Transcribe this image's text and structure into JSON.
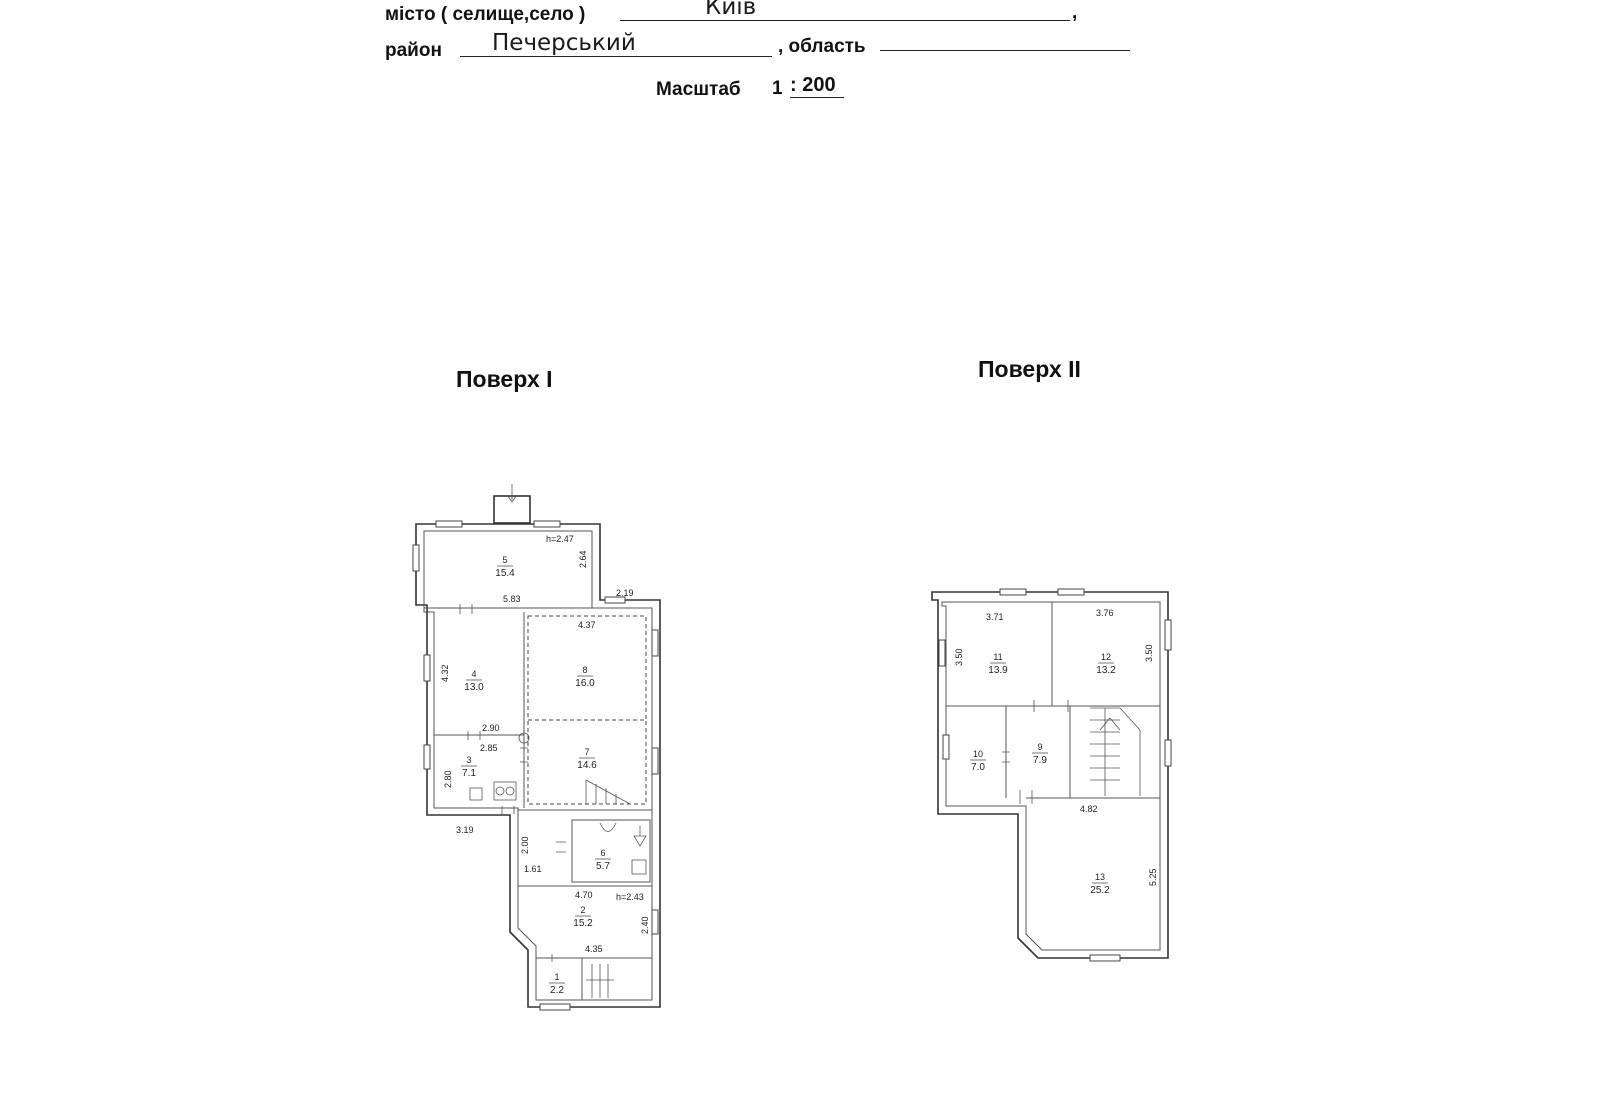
{
  "header": {
    "city_label": "місто ( селище,село )",
    "city_value": "Київ",
    "city_trail": ",",
    "district_label": "район",
    "district_value": "Печерський",
    "region_label": ", область",
    "scale_label": "Масштаб",
    "scale_value_prefix": "1",
    "scale_value": ": 200"
  },
  "floors": [
    {
      "title": "Поверх I",
      "annotations": [
        "h=2.47",
        "h=2.43"
      ],
      "dimensions": [
        "5.83",
        "2.64",
        "2.19",
        "4.37",
        "4.32",
        "2.90",
        "2.85",
        "2.80",
        "3.19",
        "2.00",
        "1.61",
        "4.70",
        "2.40",
        "4.35"
      ],
      "rooms": [
        {
          "no": "1",
          "area": "2.2"
        },
        {
          "no": "2",
          "area": "15.2"
        },
        {
          "no": "3",
          "area": "7.1"
        },
        {
          "no": "4",
          "area": "13.0"
        },
        {
          "no": "5",
          "area": "15.4"
        },
        {
          "no": "6",
          "area": "5.7"
        },
        {
          "no": "7",
          "area": "14.6"
        },
        {
          "no": "8",
          "area": "16.0"
        }
      ]
    },
    {
      "title": "Поверх II",
      "dimensions": [
        "3.71",
        "3.76",
        "3.50",
        "3.50",
        "4.82",
        "5.25"
      ],
      "rooms": [
        {
          "no": "9",
          "area": "7.9"
        },
        {
          "no": "10",
          "area": "7.0"
        },
        {
          "no": "11",
          "area": "13.9"
        },
        {
          "no": "12",
          "area": "13.2"
        },
        {
          "no": "13",
          "area": "25.2"
        }
      ]
    }
  ]
}
